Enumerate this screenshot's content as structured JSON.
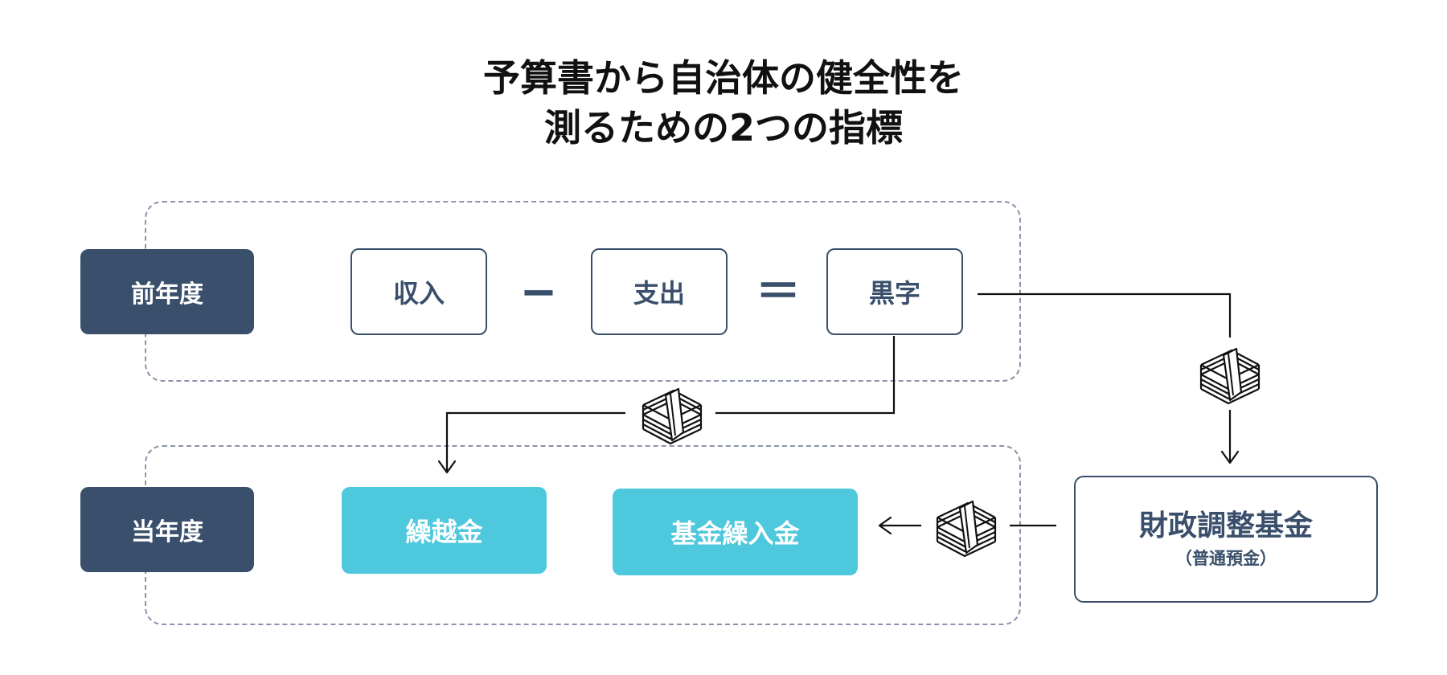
{
  "title": {
    "line1": "予算書から自治体の健全性を",
    "line2": "測るための2つの指標"
  },
  "previous_year": {
    "label": "前年度",
    "equation": {
      "term1": "収入",
      "minus": "−",
      "term2": "支出",
      "equals": "＝",
      "result": "黒字"
    }
  },
  "current_year": {
    "label": "当年度",
    "carryover": "繰越金",
    "fund_transfer": "基金繰入金"
  },
  "fiscal_fund": {
    "title": "財政調整基金",
    "subtitle": "（普通預金）"
  },
  "icons": {
    "money": "money-stack-icon",
    "arrow": "arrow-icon"
  },
  "colors": {
    "navy": "#3a4f6b",
    "cyan": "#4ec8dc",
    "dash": "#8a93aa",
    "line": "#111111"
  }
}
